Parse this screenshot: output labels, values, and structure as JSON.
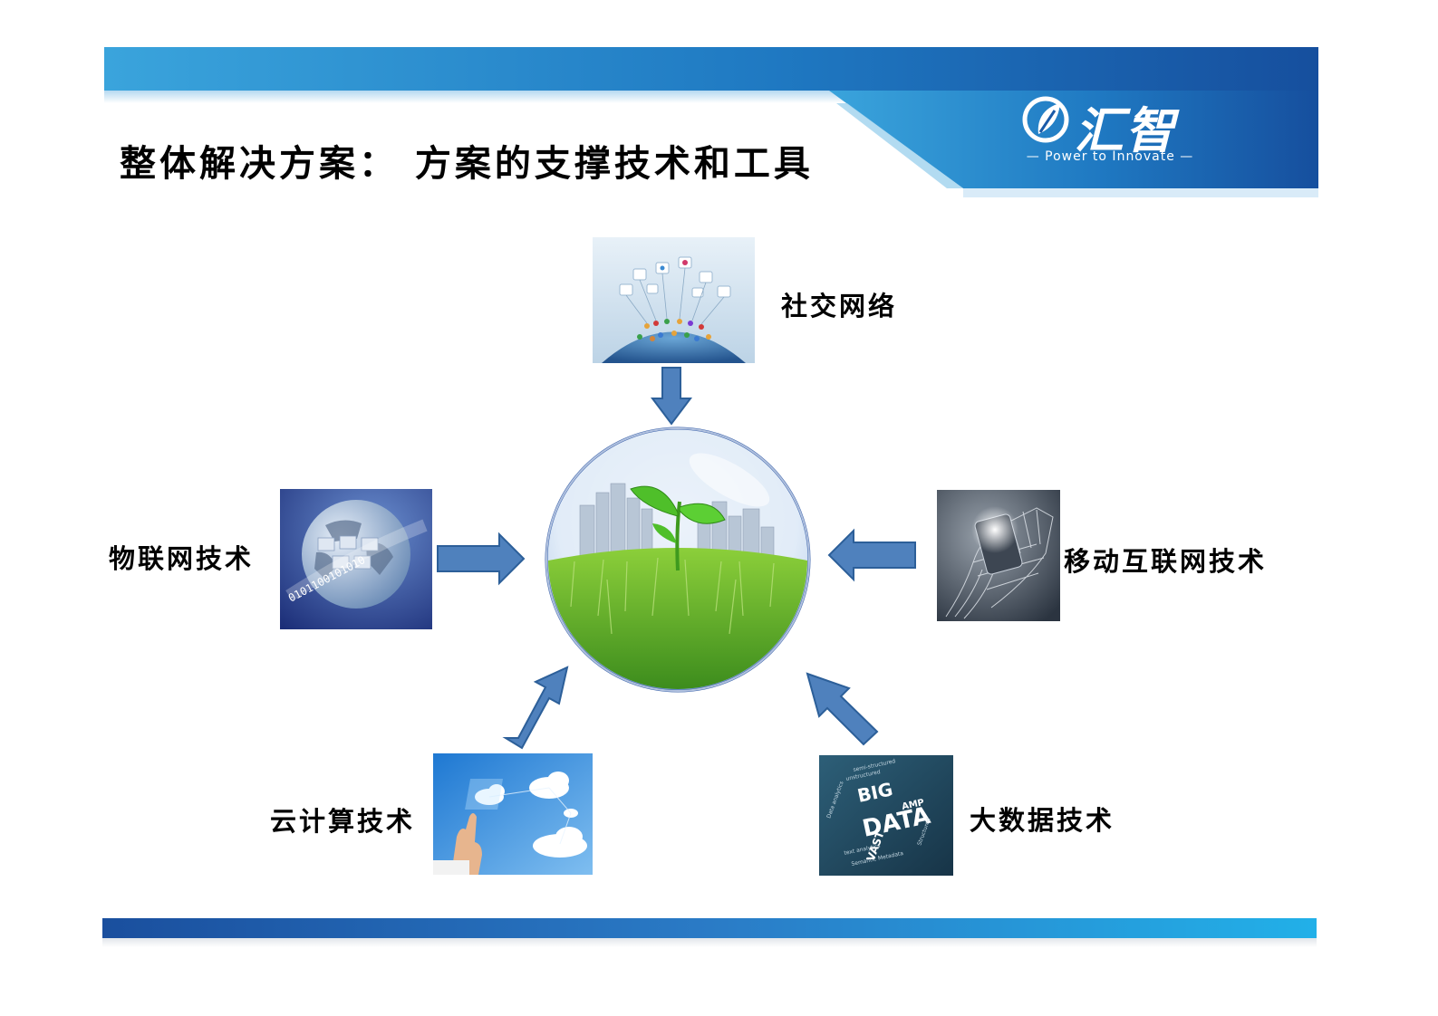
{
  "page": {
    "title": "整体解决方案：  方案的支撑技术和工具"
  },
  "logo": {
    "name": "汇智",
    "tagline": "— Power to Innovate —"
  },
  "nodes": {
    "top": {
      "label": "社交网络",
      "icon": "social-network-image"
    },
    "left": {
      "label": "物联网技术",
      "icon": "iot-globe-image"
    },
    "right": {
      "label": "移动互联网技术",
      "icon": "mobile-hand-image"
    },
    "bottom_left": {
      "label": "云计算技术",
      "icon": "cloud-computing-image"
    },
    "bottom_right": {
      "label": "大数据技术",
      "icon": "big-data-image"
    }
  },
  "center": {
    "icon": "green-city-sphere"
  },
  "colors": {
    "header_blue": "#1a5aa8",
    "header_light": "#4fb3e8",
    "arrow_fill": "#4f81bd",
    "arrow_stroke": "#2c5f99"
  }
}
